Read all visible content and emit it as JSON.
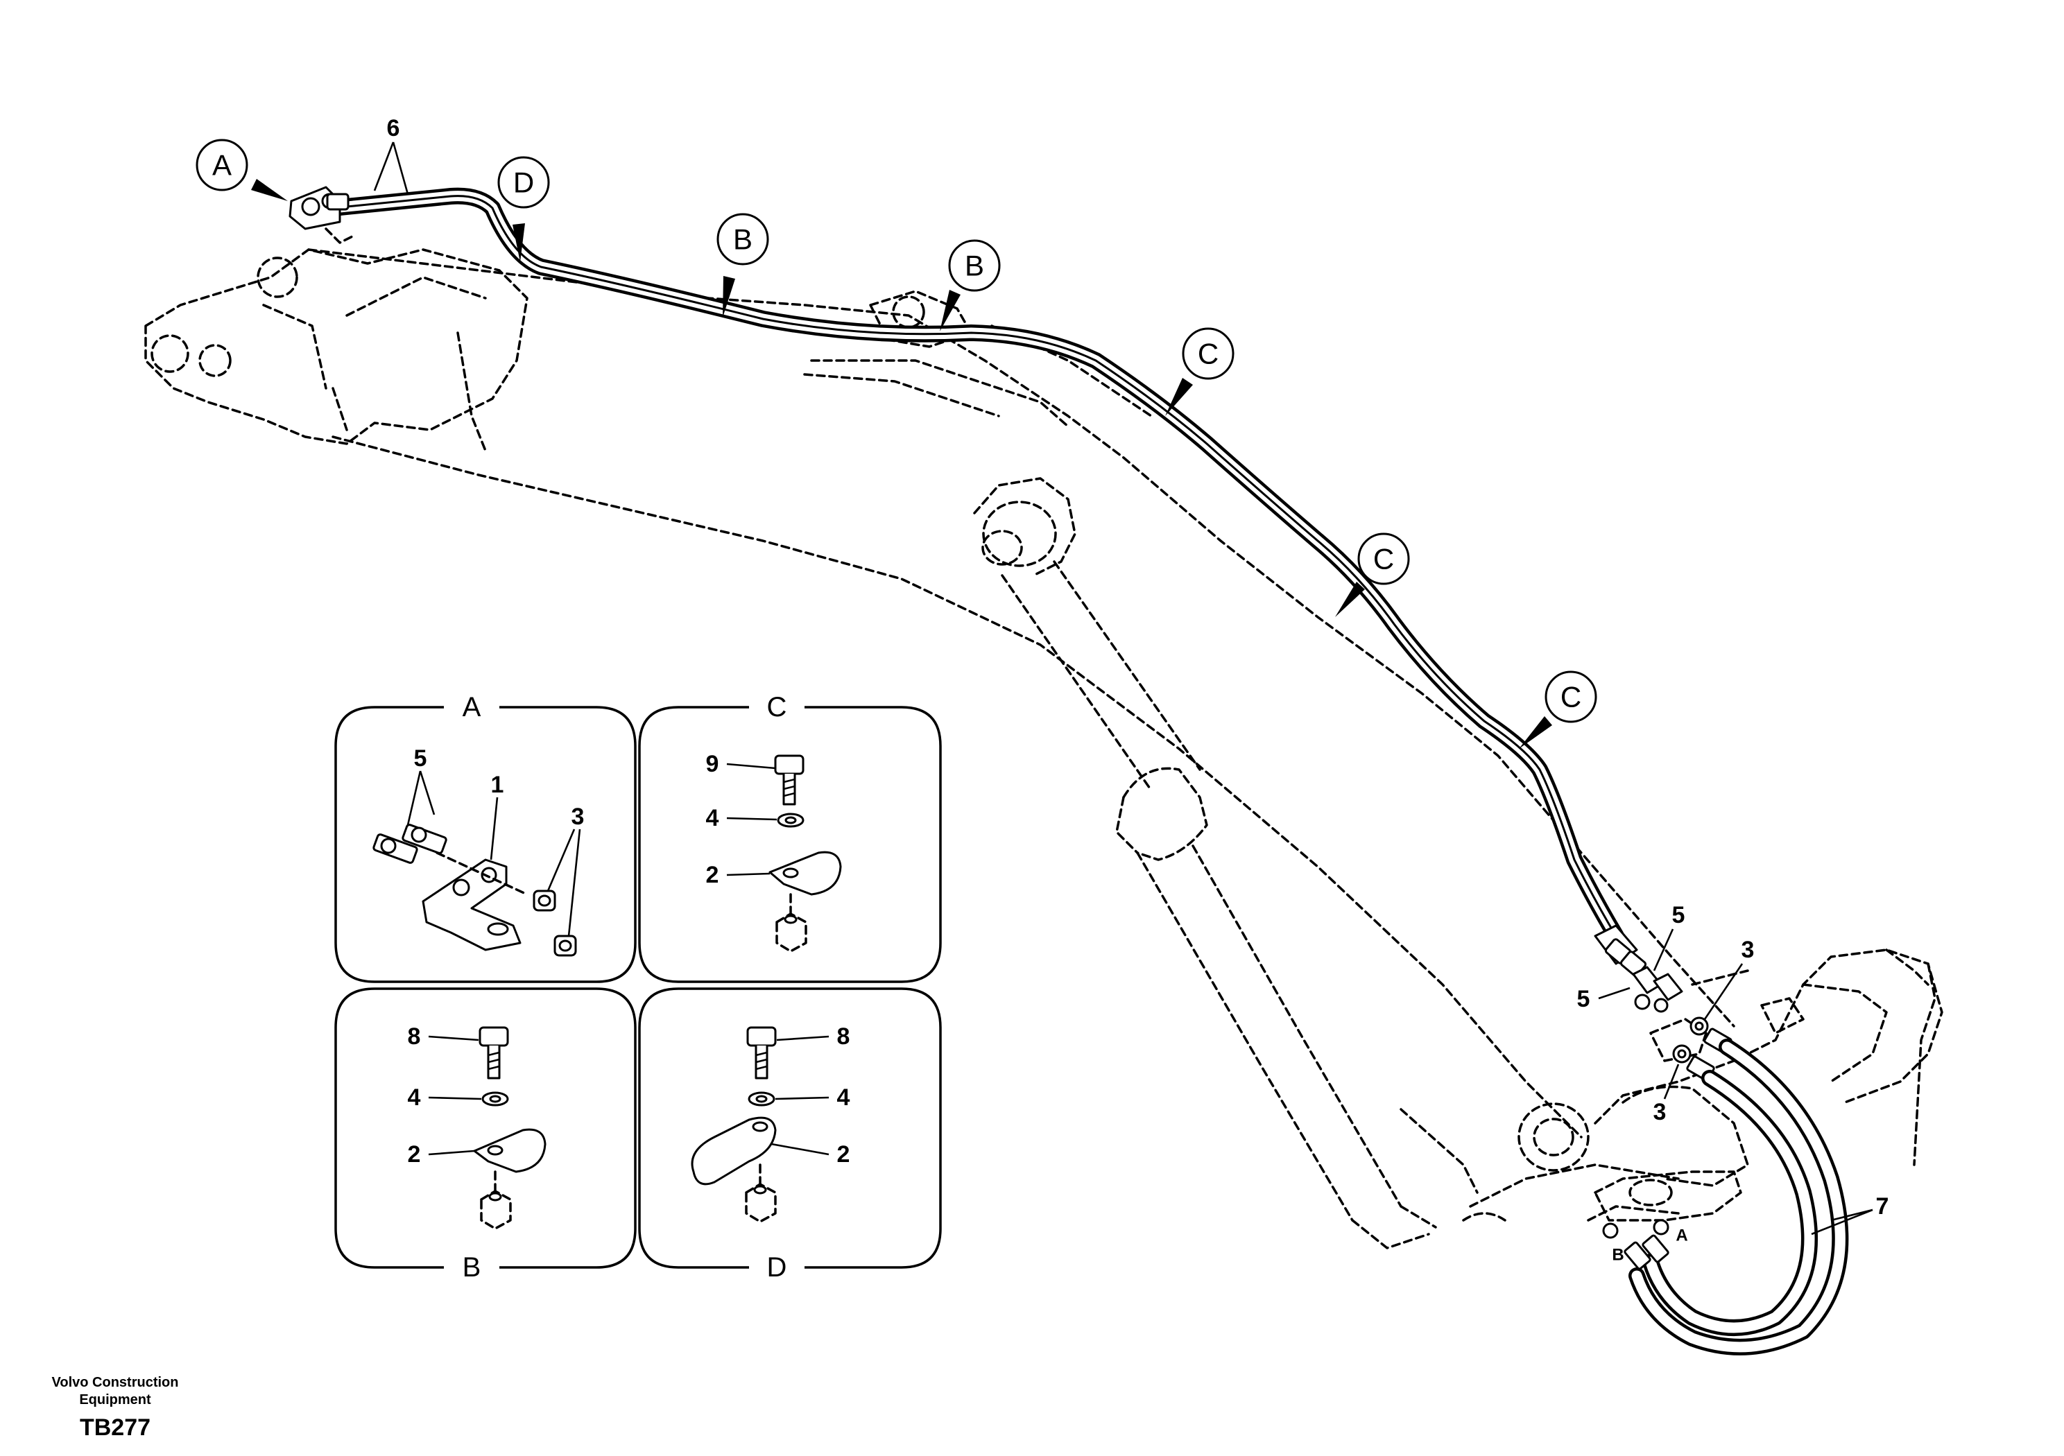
{
  "callouts": {
    "a": "A",
    "d": "D",
    "b1": "B",
    "b2": "B",
    "c1": "C",
    "c2": "C",
    "c3": "C"
  },
  "part_numbers": {
    "p6": "6",
    "p5_top": "5",
    "p5_left": "5",
    "p3_top": "3",
    "p3_bottom": "3",
    "p7": "7",
    "port_b": "B",
    "port_a": "A"
  },
  "details": {
    "a": {
      "title": "A",
      "labels": {
        "n5": "5",
        "n1": "1",
        "n3": "3"
      }
    },
    "c": {
      "title": "C",
      "labels": {
        "n9": "9",
        "n4": "4",
        "n2": "2"
      }
    },
    "b": {
      "title": "B",
      "labels": {
        "n8": "8",
        "n4": "4",
        "n2": "2"
      }
    },
    "d": {
      "title": "D",
      "labels": {
        "n8": "8",
        "n4": "4",
        "n2": "2"
      }
    }
  },
  "footer": {
    "company_line1": "Volvo Construction",
    "company_line2": "Equipment",
    "code": "TB277"
  }
}
